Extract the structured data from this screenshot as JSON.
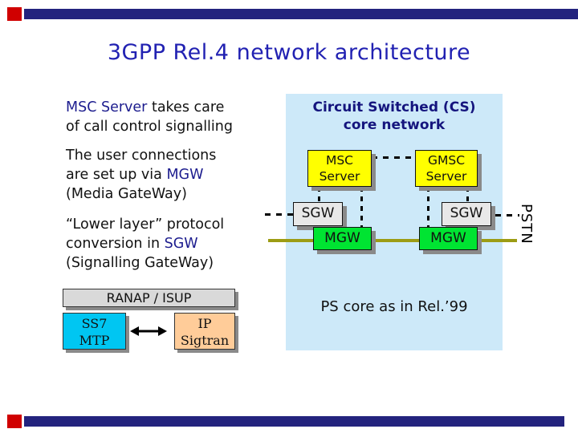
{
  "title": "3GPP Rel.4 network architecture",
  "left_text": {
    "p1_l1_highlight": "MSC Server",
    "p1_l1_rest": " takes care",
    "p1_l2": "of call control signalling",
    "p2_l1": "The user connections",
    "p2_l2_pre": "are set up via ",
    "p2_l2_highlight": "MGW",
    "p2_l3": "(Media GateWay)",
    "p3_l1": "“Lower layer” protocol",
    "p3_l2_pre": "conversion in ",
    "p3_l2_highlight": "SGW",
    "p3_l3": "(Signalling GateWay)"
  },
  "protocol_stack": {
    "header": "RANAP / ISUP",
    "left_box_line1": "SS7",
    "left_box_line2": "MTP",
    "right_box_line1": "IP",
    "right_box_line2": "Sigtran"
  },
  "cs_panel": {
    "header_line1": "Circuit Switched (CS)",
    "header_line2": "core network",
    "msc_line1": "MSC",
    "msc_line2": "Server",
    "gmsc_line1": "GMSC",
    "gmsc_line2": "Server",
    "sgw_left": "SGW",
    "sgw_right": "SGW",
    "mgw_left": "MGW",
    "mgw_right": "MGW",
    "pstn_label": "PSTN",
    "footer": "PS core as in Rel.’99"
  },
  "colors": {
    "title_blue": "#2121b2",
    "keyword_navy": "#1c1c8e",
    "panel_blue": "#cde9f9",
    "server_yellow": "#ffff00",
    "mgw_green": "#00e432",
    "ss7_cyan": "#00c6f2",
    "sigtran_peach": "#ffcc99",
    "ranap_gray": "#d9d9d9",
    "trunk_olive": "#9c9c14",
    "bar_navy": "#23237e",
    "accent_red": "#d00000"
  }
}
